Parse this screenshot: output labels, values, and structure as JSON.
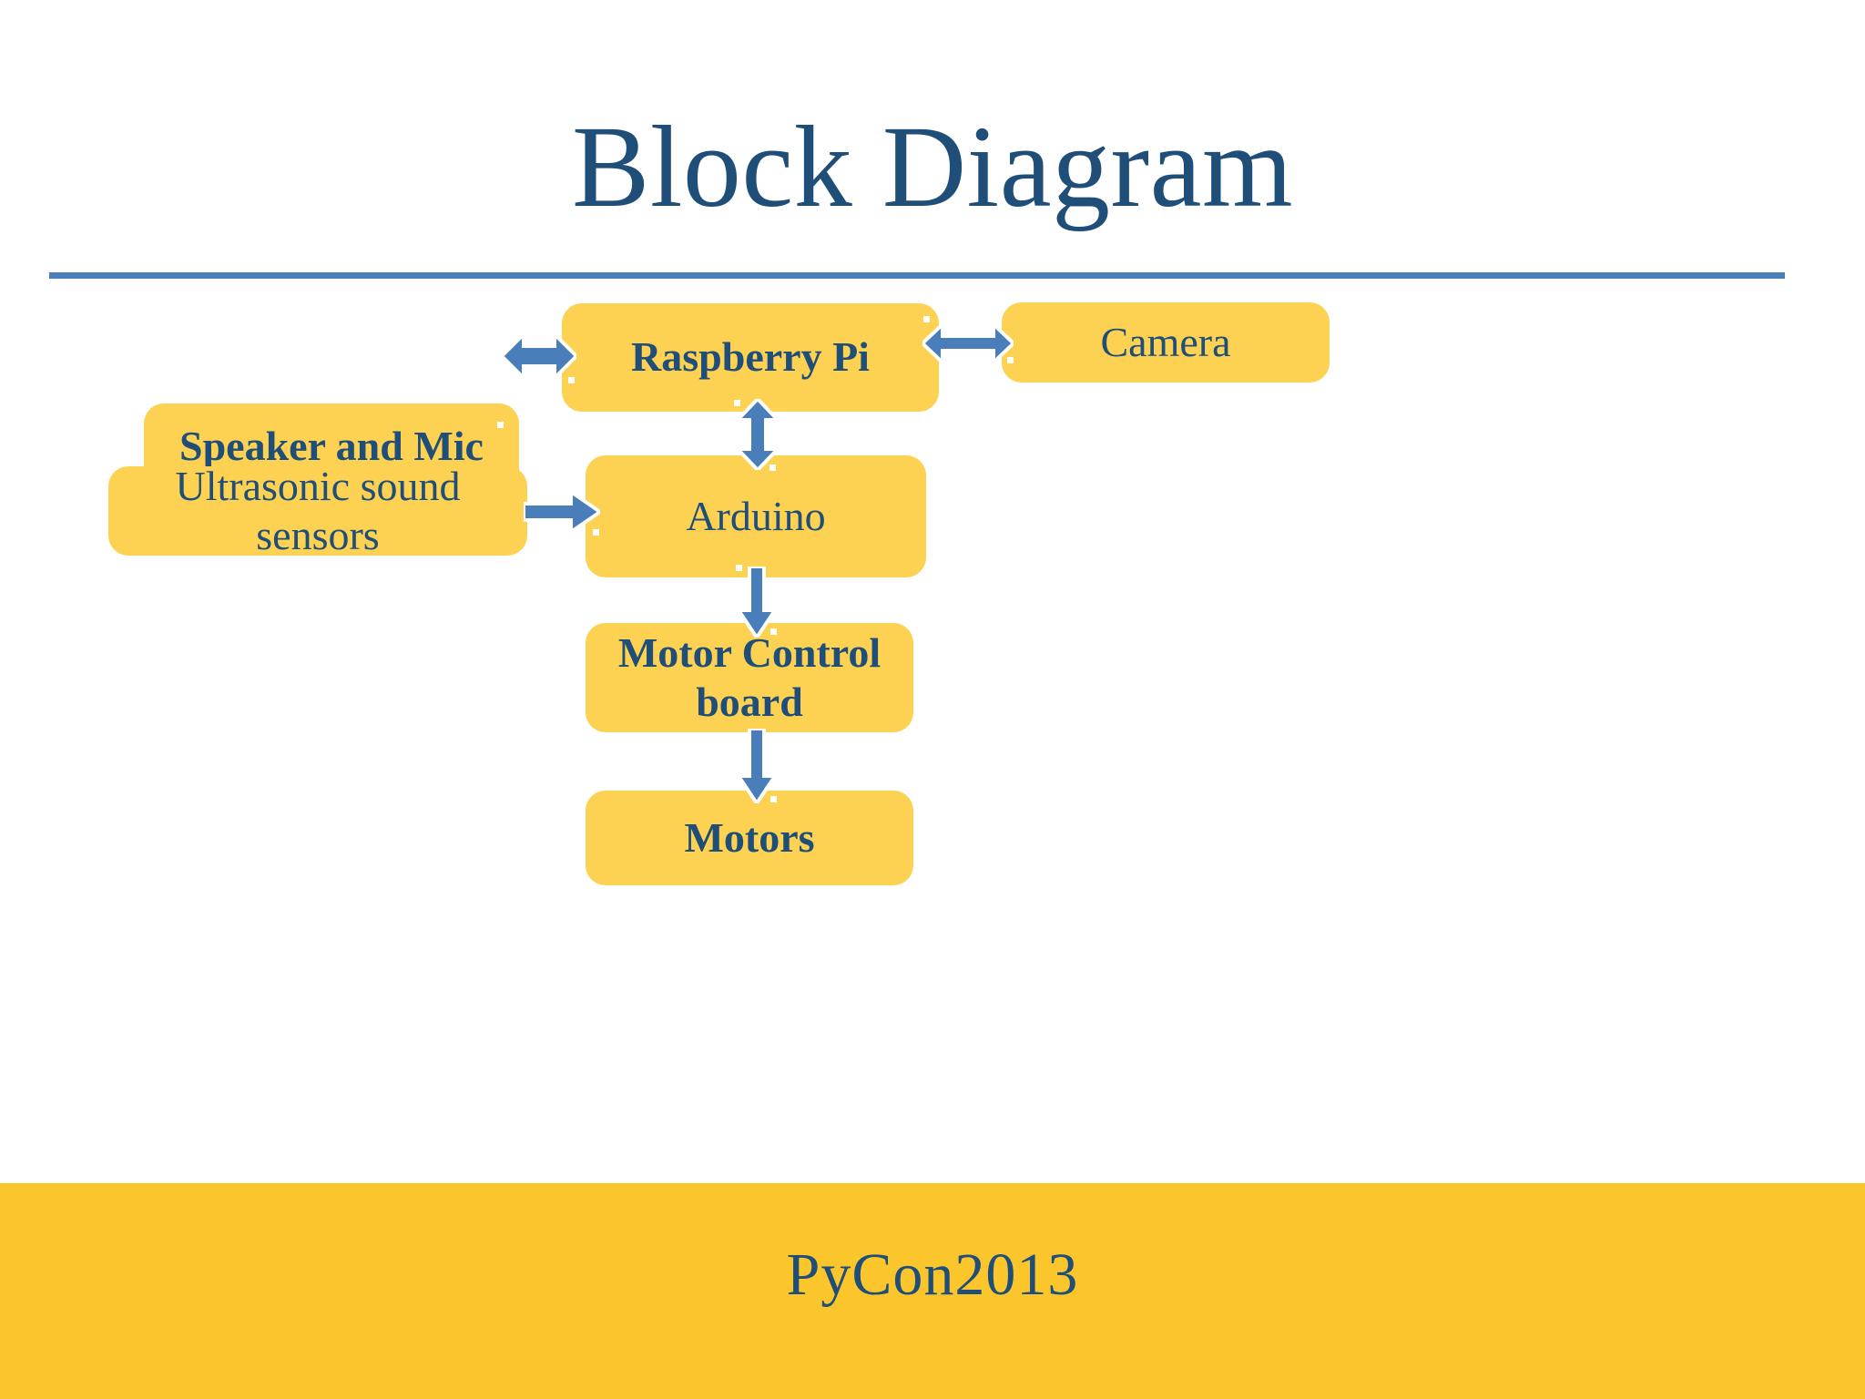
{
  "slide": {
    "title": "Block Diagram",
    "footer_text": "PyCon2013",
    "colors": {
      "title_blue": "#1f4e79",
      "rule_blue": "#4a7ebb",
      "block_yellow": "#fdd152",
      "footer_yellow": "#fbc52c",
      "arrow_blue": "#4a7ebb",
      "arrow_outline": "#ffffff",
      "background": "#ffffff"
    }
  },
  "diagram": {
    "type": "block-diagram",
    "blocks": [
      {
        "id": "speaker",
        "label": "Speaker and Mic"
      },
      {
        "id": "rpi",
        "label": "Raspberry Pi"
      },
      {
        "id": "camera",
        "label": "Camera"
      },
      {
        "id": "ultra",
        "label": "Ultrasonic sound sensors"
      },
      {
        "id": "arduino",
        "label": "Arduino"
      },
      {
        "id": "motorctl",
        "label": "Motor Control board"
      },
      {
        "id": "motors",
        "label": "Motors"
      }
    ],
    "connections": [
      {
        "from": "speaker",
        "to": "rpi",
        "direction": "bidirectional",
        "orientation": "horizontal"
      },
      {
        "from": "rpi",
        "to": "camera",
        "direction": "bidirectional",
        "orientation": "horizontal"
      },
      {
        "from": "rpi",
        "to": "arduino",
        "direction": "bidirectional",
        "orientation": "vertical"
      },
      {
        "from": "ultra",
        "to": "arduino",
        "direction": "unidirectional",
        "orientation": "horizontal"
      },
      {
        "from": "arduino",
        "to": "motorctl",
        "direction": "unidirectional",
        "orientation": "vertical"
      },
      {
        "from": "motorctl",
        "to": "motors",
        "direction": "unidirectional",
        "orientation": "vertical"
      }
    ]
  }
}
